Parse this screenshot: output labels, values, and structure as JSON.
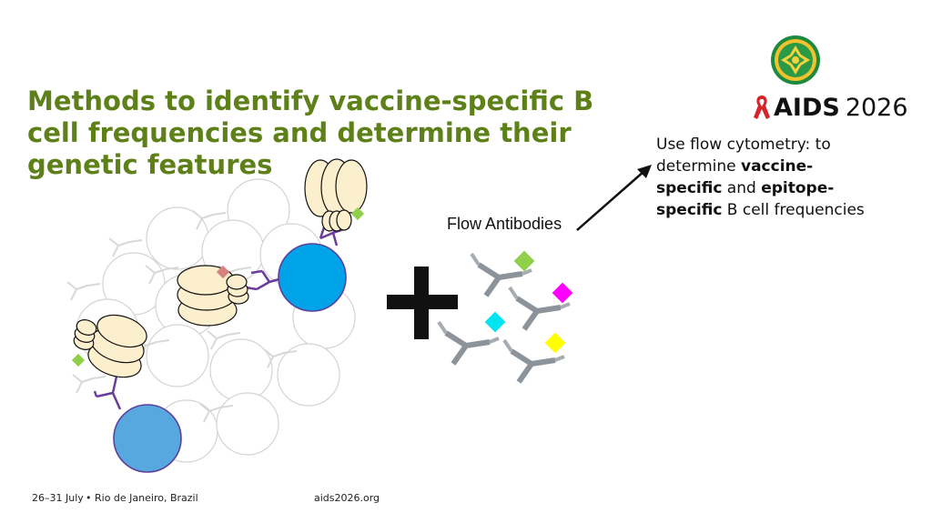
{
  "slide": {
    "title": "Methods to identify vaccine-specific B cell frequencies and determine their genetic features",
    "description": {
      "t1": "Use flow cytometry: to determine ",
      "b1": "vaccine-specific",
      "t2": " and ",
      "b2": "epitope-specific",
      "t3": " B cell frequencies"
    },
    "flow_label": "Flow Antibodies",
    "plus_symbol": "+"
  },
  "brand": {
    "name": "AIDS",
    "year": "2026",
    "ribbon_icon": "red-ribbon-icon",
    "emblem_icon": "conference-emblem-icon",
    "ribbon_color": "#d6232a"
  },
  "footer": {
    "dates": "26–31 July",
    "separator": "•",
    "location": "Rio de Janeiro, Brazil",
    "website": "aids2026.org"
  },
  "colors": {
    "title_green": "#5e8019",
    "b_cell_bright": "#00a2e8",
    "b_cell_dark": "#58a8e0",
    "receptor_purple": "#6a3d9a",
    "antigen_cream": "#fbefce",
    "antibody_gray": "#8c939a",
    "tag_green": "#8fcf4a",
    "tag_magenta": "#ff00ff",
    "tag_cyan": "#00e5f0",
    "tag_yellow": "#ffff00",
    "tag_pink": "#d98080"
  }
}
